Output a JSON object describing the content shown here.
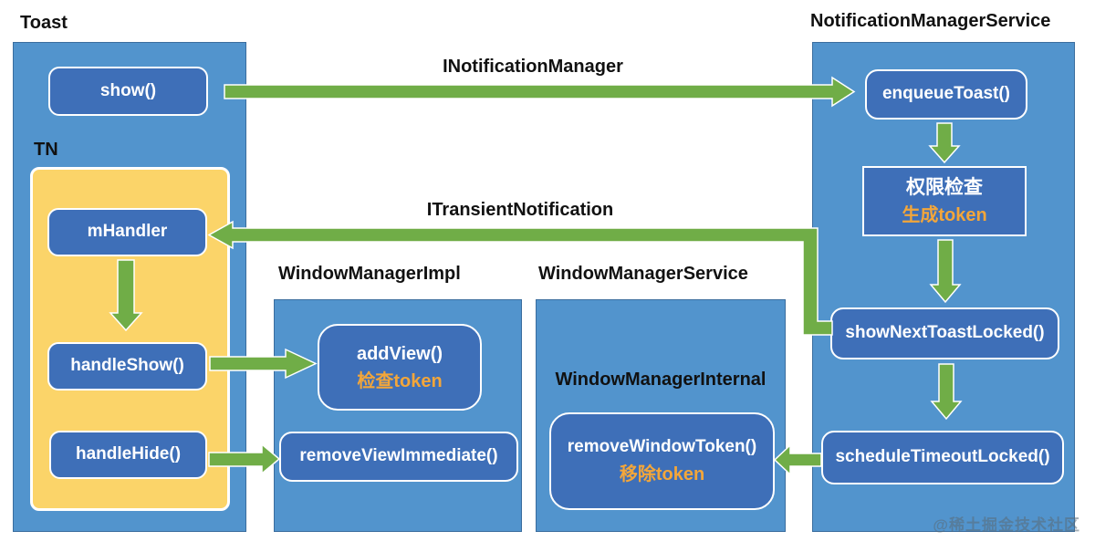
{
  "colors": {
    "panel_blue": "#5294cd",
    "node_blue": "#3e6fb8",
    "tn_yellow": "#fbd469",
    "arrow_green": "#70ad47",
    "token_orange": "#f3a63a",
    "label_black": "#111111",
    "node_border_white": "#ffffff"
  },
  "labels": {
    "toast": "Toast",
    "tn": "TN",
    "notification_manager_service": "NotificationManagerService",
    "window_manager_impl": "WindowManagerImpl",
    "window_manager_service": "WindowManagerService",
    "window_manager_internal": "WindowManagerInternal"
  },
  "arrows": {
    "inotification_manager": "INotificationManager",
    "itransient_notification": "ITransientNotification"
  },
  "nodes": {
    "show": "show()",
    "mhandler": "mHandler",
    "handle_show": "handleShow()",
    "handle_hide": "handleHide()",
    "enqueue_toast": "enqueueToast()",
    "permission_check": "权限检查",
    "permission_note": "生成token",
    "show_next_toast_locked": "showNextToastLocked()",
    "schedule_timeout_locked": "scheduleTimeoutLocked()",
    "add_view": "addView()",
    "add_view_note": "检查token",
    "remove_view_immediate": "removeViewImmediate()",
    "remove_window_token": "removeWindowToken()",
    "remove_window_token_note": "移除token"
  },
  "watermark": "@稀土掘金技术社区"
}
